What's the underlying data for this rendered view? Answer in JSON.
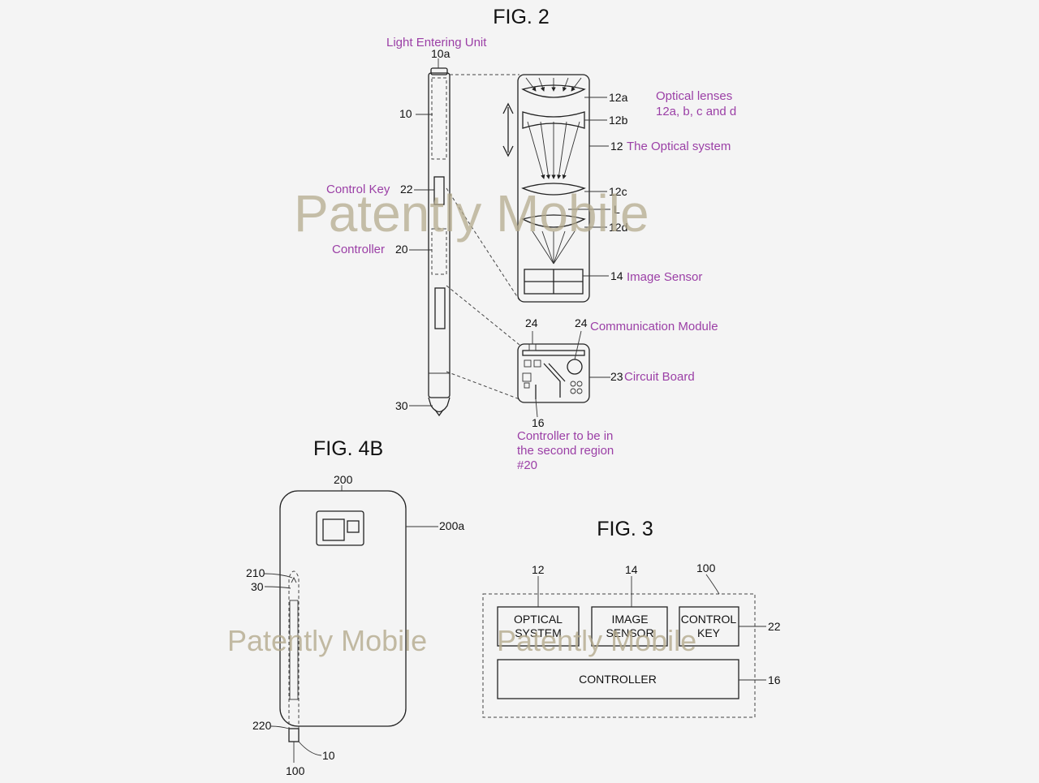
{
  "figures": {
    "fig2": "FIG. 2",
    "fig3": "FIG. 3",
    "fig4b": "FIG. 4B"
  },
  "watermarks": {
    "top": "Patently Mobile",
    "bottom_left": "Patently Mobile",
    "bottom_right": "Patently Mobile"
  },
  "fig2": {
    "light_entering_unit": "Light Entering Unit",
    "ref_10a": "10a",
    "ref_10": "10",
    "ref_22": "22",
    "ref_20": "20",
    "ref_30": "30",
    "control_key": "Control Key",
    "controller": "Controller",
    "ref_12a": "12a",
    "ref_12b": "12b",
    "ref_12": "12",
    "ref_12c": "12c",
    "ref_L": "L",
    "ref_12d": "12d",
    "ref_14": "14",
    "optical_lenses_line1": "Optical lenses",
    "optical_lenses_line2": "12a, b, c and d",
    "optical_system": "The Optical system",
    "image_sensor": "Image Sensor",
    "ref_24_left": "24",
    "ref_24_right": "24",
    "communication_module": "Communication Module",
    "ref_23": "23",
    "circuit_board": "Circuit Board",
    "ref_16": "16",
    "controller_note_line1": "Controller to be in",
    "controller_note_line2": "the second region",
    "controller_note_line3": "#20"
  },
  "fig4b": {
    "ref_200": "200",
    "ref_200a": "200a",
    "ref_210": "210",
    "ref_30": "30",
    "ref_220": "220",
    "ref_100": "100",
    "ref_10": "10"
  },
  "fig3": {
    "ref_12": "12",
    "ref_14": "14",
    "ref_100": "100",
    "ref_22": "22",
    "ref_16": "16",
    "optical_line1": "OPTICAL",
    "optical_line2": "SYSTEM",
    "image_line1": "IMAGE",
    "image_line2": "SENSOR",
    "control_line1": "CONTROL",
    "control_line2": "KEY",
    "controller": "CONTROLLER"
  }
}
